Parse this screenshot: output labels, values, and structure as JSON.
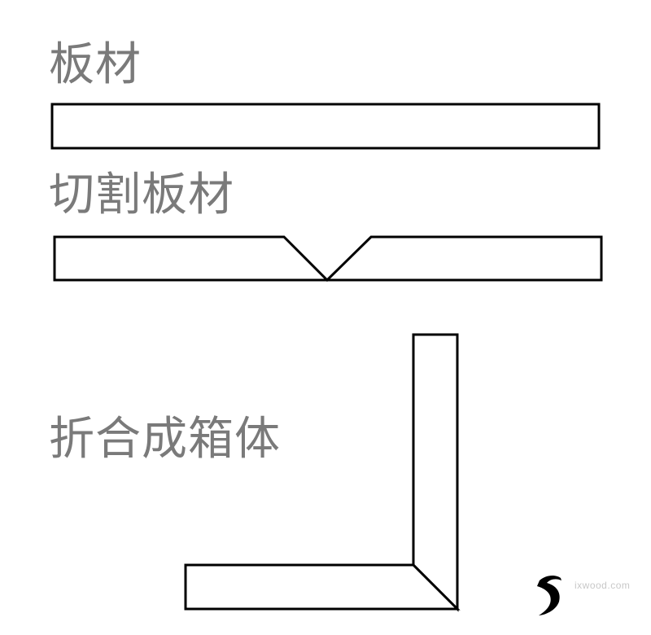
{
  "labels": {
    "sheet": "板材",
    "cut_sheet": "切割板材",
    "fold_box": "折合成箱体"
  },
  "watermark": {
    "site": "ixwood.com",
    "sub": ""
  },
  "colors": {
    "label_text": "#7a7a7a",
    "stroke": "#000000",
    "fill": "#ffffff",
    "watermark_text": "#c8c8c8"
  },
  "icons": [
    "s-logo-icon"
  ]
}
